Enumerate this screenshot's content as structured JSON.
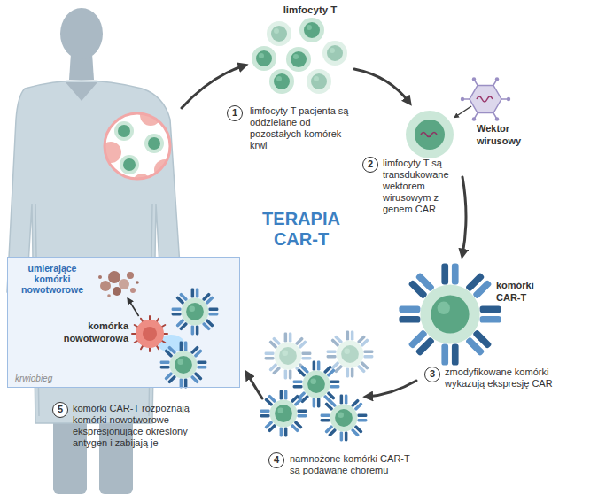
{
  "diagram": {
    "title": "TERAPIA CAR-T",
    "nodes": [
      {
        "text": [
          "limfocyty T"
        ]
      },
      {
        "text": [
          "Wektor wirusowy"
        ]
      },
      {
        "text": [
          "komórki CAR-T"
        ]
      },
      {
        "text": [
          "krwiobieg"
        ]
      },
      {
        "text": [
          "umierające komórki nowotworowe"
        ],
        "in": 3
      },
      {
        "text": [
          "komórka nowotworowa"
        ],
        "in": 3
      }
    ],
    "edges": [
      {
        "from": 5,
        "to": 4,
        "arrow": "to"
      }
    ],
    "labels": [
      "1",
      "limfocyty T pacjenta są oddzielane od pozostałych komórek krwi",
      "2",
      "limfocyty T są transdukowane wektorem wirusowym z genem CAR",
      "3",
      "zmodyfikowane komórki wykazują ekspresję CAR",
      "4",
      "namnożone komórki CAR-T są podawane choremu",
      "5",
      "komórki CAR-T rozpoznają komórki nowotworowe ekspresjonujące określony antygen i zabijają je"
    ]
  }
}
